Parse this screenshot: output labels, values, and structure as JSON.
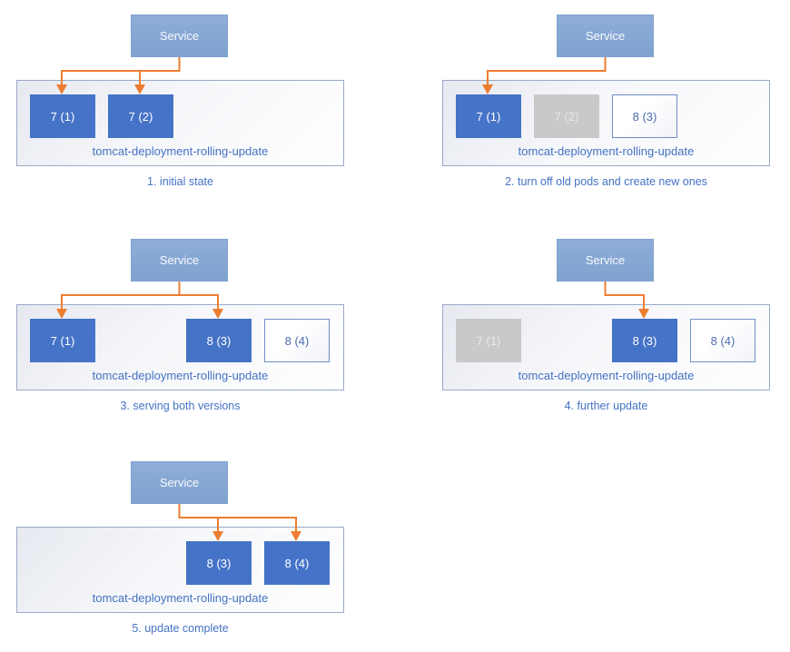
{
  "diagram": {
    "title": "tomcat deployment rolling update stages",
    "service_label": "Service",
    "deployment_label": "tomcat-deployment-rolling-update",
    "colors": {
      "pod_active": "#4573C7",
      "pod_stopped": "#C9C9C9",
      "pod_stopped_text": "#E8E8E8",
      "pod_new_border": "#6F8FC9",
      "pod_new_text": "#4D6CB0",
      "service_fill_top": "#8FADD8",
      "service_fill_bottom": "#7FA2D0",
      "arrow": "#ED7D31",
      "label_text": "#4472C4",
      "container_border": "#9AA9C9"
    },
    "stages": [
      {
        "caption": "1. initial state",
        "col": 0,
        "row": 0,
        "pods": [
          {
            "label": "7 (1)",
            "state": "active",
            "slot": 0
          },
          {
            "label": "7 (2)",
            "state": "active",
            "slot": 1
          }
        ],
        "arrow_target_slots": [
          0,
          1
        ]
      },
      {
        "caption": "2. turn off old pods and create new ones",
        "col": 1,
        "row": 0,
        "pods": [
          {
            "label": "7 (1)",
            "state": "active",
            "slot": 0
          },
          {
            "label": "7 (2)",
            "state": "stopped",
            "slot": 1
          },
          {
            "label": "8 (3)",
            "state": "new",
            "slot": 2
          }
        ],
        "arrow_target_slots": [
          0
        ]
      },
      {
        "caption": "3. serving both versions",
        "col": 0,
        "row": 1,
        "pods": [
          {
            "label": "7 (1)",
            "state": "active",
            "slot": 0
          },
          {
            "label": "8 (3)",
            "state": "active",
            "slot": 2
          },
          {
            "label": "8 (4)",
            "state": "new",
            "slot": 3
          }
        ],
        "arrow_target_slots": [
          0,
          2
        ]
      },
      {
        "caption": "4. further update",
        "col": 1,
        "row": 1,
        "pods": [
          {
            "label": "7 (1)",
            "state": "stopped",
            "slot": 0
          },
          {
            "label": "8 (3)",
            "state": "active",
            "slot": 2
          },
          {
            "label": "8 (4)",
            "state": "new",
            "slot": 3
          }
        ],
        "arrow_target_slots": [
          2
        ]
      },
      {
        "caption": "5. update complete",
        "col": 0,
        "row": 2,
        "pods": [
          {
            "label": "8 (3)",
            "state": "active",
            "slot": 2
          },
          {
            "label": "8 (4)",
            "state": "active",
            "slot": 3
          }
        ],
        "arrow_target_slots": [
          2,
          3
        ]
      }
    ]
  }
}
